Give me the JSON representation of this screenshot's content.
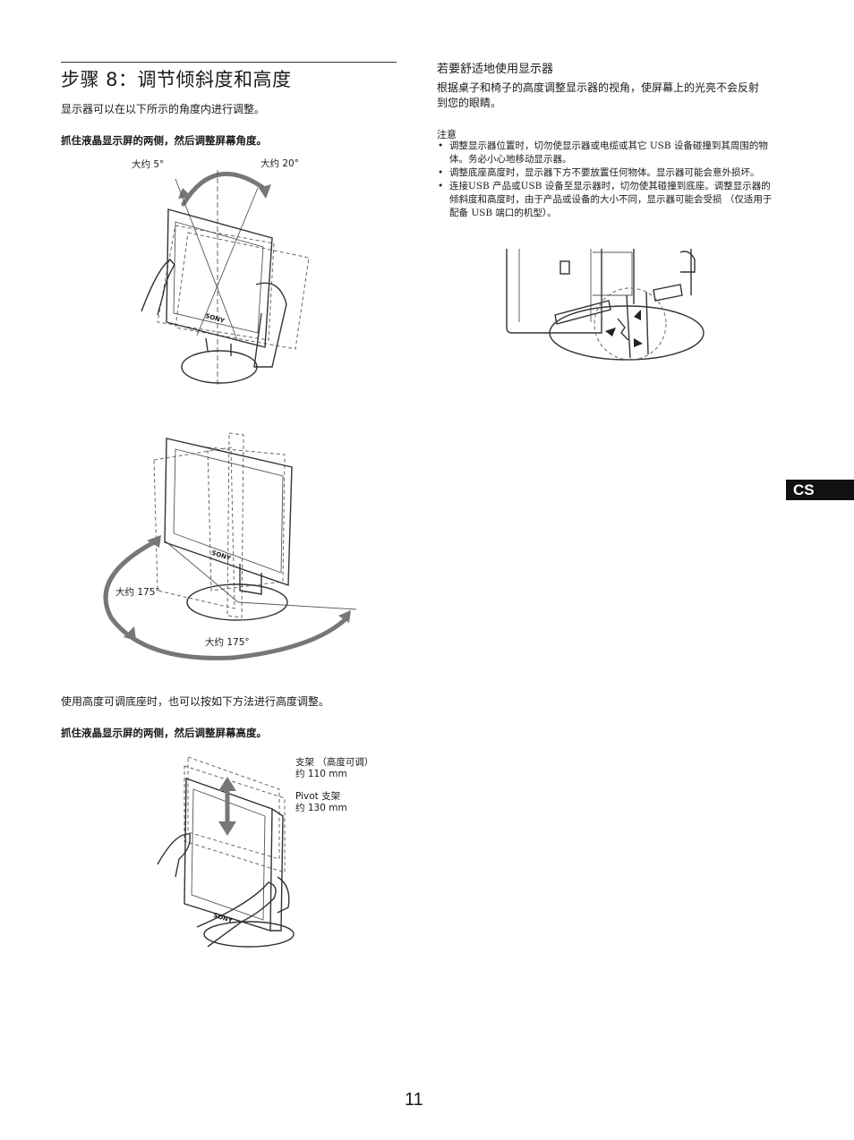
{
  "step": {
    "title": "步骤 8：调节倾斜度和高度"
  },
  "intro_text": "显示器可以在以下所示的角度内进行调整。",
  "instruction_angle": "抓住液晶显示屏的两侧，然后调整屏幕角度。",
  "tilt_figure": {
    "label_left": "大约 5°",
    "label_right": "大约 20°",
    "brand": "SONY"
  },
  "swivel_figure": {
    "label_left": "大约 175°",
    "label_bottom": "大约 175°",
    "brand": "SONY"
  },
  "height_text": "使用高度可调底座时，也可以按如下方法进行高度调整。",
  "instruction_height": "抓住液晶显示屏的两侧，然后调整屏幕高度。",
  "height_figure": {
    "stand1_line1": "支架 （高度可调）",
    "stand1_line2": "约 110 mm",
    "stand2_line1": "Pivot 支架",
    "stand2_line2": "约 130 mm",
    "brand": "SONY"
  },
  "comfort": {
    "heading": "若要舒适地使用显示器",
    "paragraph": "根据桌子和椅子的高度调整显示器的视角，使屏幕上的光亮不会反射到您的眼睛。",
    "notes_title": "注意",
    "notes": [
      "调整显示器位置时，切勿使显示器或电缆或其它 USB 设备碰撞到其周围的物体。务必小心地移动显示器。",
      "调整底座高度时，显示器下方不要放置任何物体。显示器可能会意外损坏。",
      "连接USB 产品或USB 设备至显示器时，切勿使其碰撞到底座。调整显示器的倾斜度和高度时，由于产品或设备的大小不同，显示器可能会受损 （仅适用于配备 USB 端口的机型）。"
    ]
  },
  "side_tab": "CS",
  "page_number": "11"
}
